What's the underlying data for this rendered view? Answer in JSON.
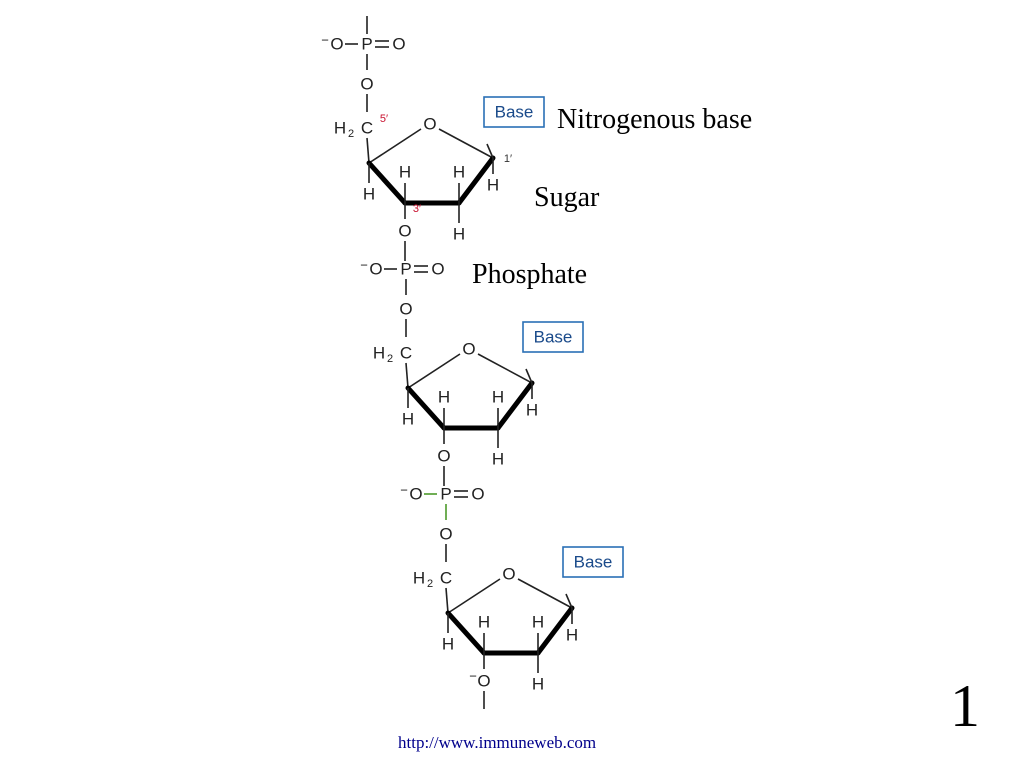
{
  "labels": {
    "nitrogenous_base": "Nitrogenous base",
    "sugar": "Sugar",
    "phosphate": "Phosphate"
  },
  "atoms": {
    "oxygen": "O",
    "phosphorus": "P",
    "carbon": "C",
    "hydrogen": "H",
    "h2_h": "H",
    "h2_sub": "2",
    "minus": "−"
  },
  "base_label": "Base",
  "primes": {
    "five_prime": "5′",
    "three_prime": "3′",
    "one_prime": "1′"
  },
  "page_number": "1",
  "source_url": "http://www.immuneweb.com"
}
